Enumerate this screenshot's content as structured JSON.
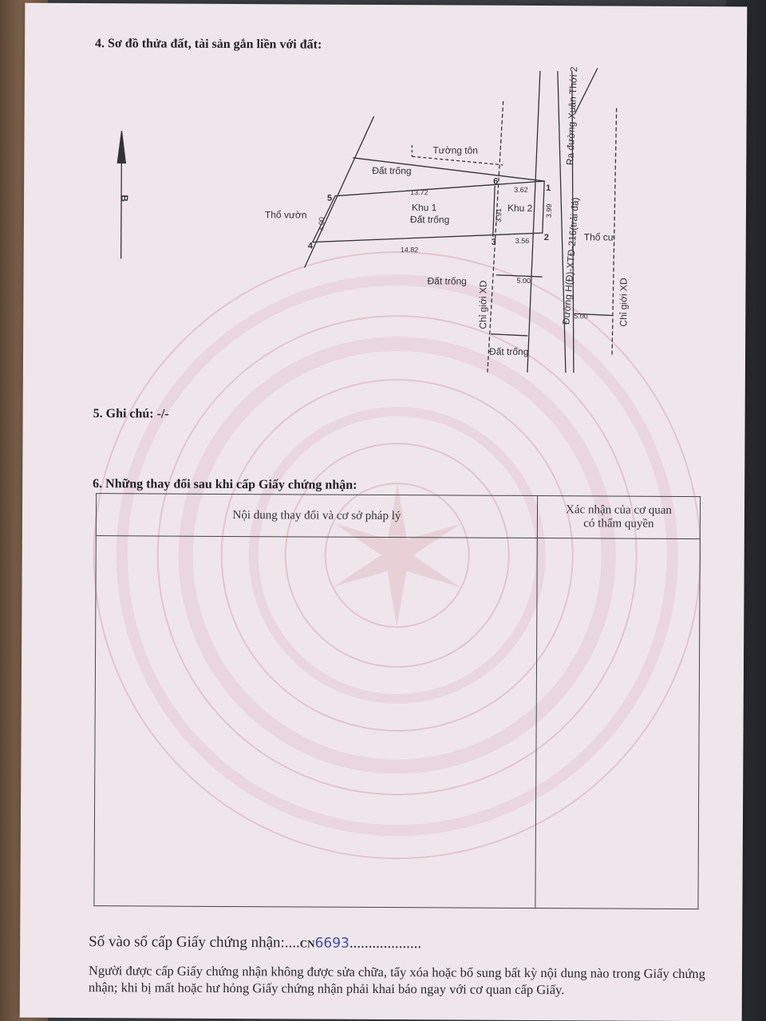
{
  "sections": {
    "s4_title": "4. Sơ đồ thửa đất, tài sản gắn liền với đất:",
    "s5_title": "5. Ghi chú: -/-",
    "s6_title": "6. Những thay đổi sau khi cấp Giấy chứng nhận:"
  },
  "diagram": {
    "north": "B",
    "labels": {
      "tuong_ton": "Tường tôn",
      "dat_trong_top": "Đất trống",
      "tho_vuon": "Thổ vườn",
      "khu1": "Khu 1",
      "khu1_sub": "Đất trống",
      "khu2": "Khu 2",
      "dat_trong_mid": "Đất trống",
      "dat_trong_bottom": "Đất trống",
      "chi_gioi_left": "Chỉ giới XD",
      "chi_gioi_right": "Chỉ giới XD",
      "duong": "Đường H(Đ)-XTĐ-216(trải đá)",
      "ra_duong": "Ra đường Xuân Thới 2",
      "tho_cu": "Thổ cư"
    },
    "points": [
      "1",
      "2",
      "3",
      "4",
      "5",
      "6"
    ],
    "dims": {
      "d_13_72": "13.72",
      "d_3_62": "3.62",
      "d_3_91": "3.91",
      "d_3_99": "3.99",
      "d_4_00": "4.00",
      "d_14_82": "14.82",
      "d_3_56": "3.56",
      "d_5_00_left": "5.00",
      "d_5_00_right": "5.00"
    }
  },
  "table": {
    "col1_header": "Nội dung thay đổi và cơ sở pháp lý",
    "col2_header_l1": "Xác nhận của cơ quan",
    "col2_header_l2": "có thẩm quyền"
  },
  "registration": {
    "label": "Số vào sổ cấp Giấy chứng nhận:",
    "dots_before": "....",
    "prefix": "CN",
    "number": "6693",
    "dots_after": "..................."
  },
  "notice": "Người được cấp Giấy chứng nhận không được sửa chữa, tẩy xóa hoặc bổ sung bất kỳ nội dung nào trong Giấy chứng nhận; khi bị mất hoặc hư hỏng Giấy chứng nhận phải khai báo ngay với cơ quan cấp Giấy.",
  "colors": {
    "paper": "#efe6ec",
    "watermark": "#d9a9b3",
    "ink": "#333333",
    "handwriting": "#3c4ea0"
  }
}
